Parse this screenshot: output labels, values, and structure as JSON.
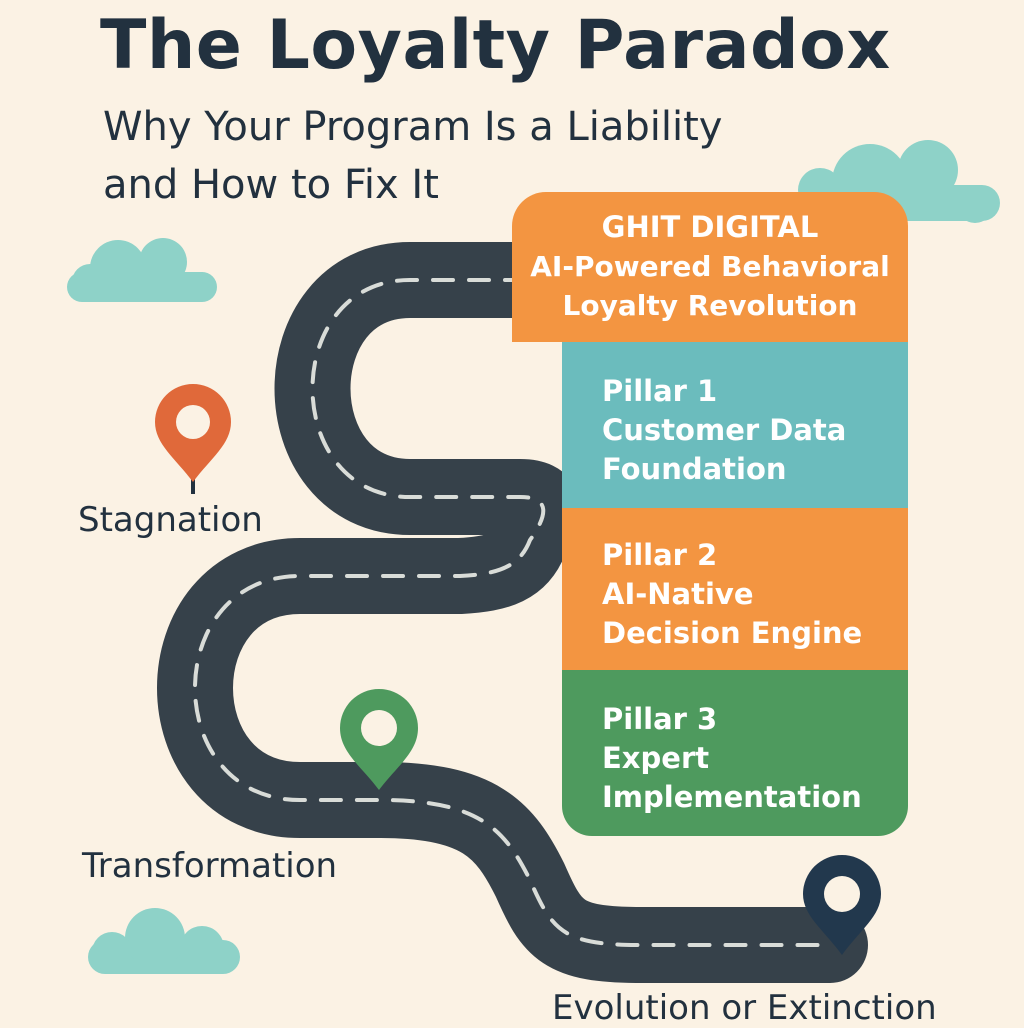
{
  "title": "The Loyalty Paradox",
  "subtitle": {
    "line1": "Why Your Program Is a Liability",
    "line2": "and How to Fix It"
  },
  "header": {
    "line1": "GHIT DIGITAL",
    "line2": "AI-Powered Behavioral",
    "line3": "Loyalty Revolution"
  },
  "pillars": [
    {
      "number": "Pillar 1",
      "line1": "Customer Data",
      "line2": "Foundation"
    },
    {
      "number": "Pillar 2",
      "line1": "AI-Native",
      "line2": "Decision Engine"
    },
    {
      "number": "Pillar 3",
      "line1": "Expert",
      "line2": "Implementation"
    }
  ],
  "milestones": {
    "stagnation": "Stagnation",
    "transformation": "Transformation",
    "evolution": "Evolution or Extinction"
  },
  "colors": {
    "background": "#fbf2e4",
    "text": "#22313f",
    "orange": "#f39541",
    "teal": "#6bbcbd",
    "green": "#4e9a5e",
    "road": "#36414a",
    "cloud": "#8ed2c8",
    "pin_orange": "#e0693a",
    "pin_green": "#4e9a5e",
    "pin_navy": "#22384d"
  }
}
